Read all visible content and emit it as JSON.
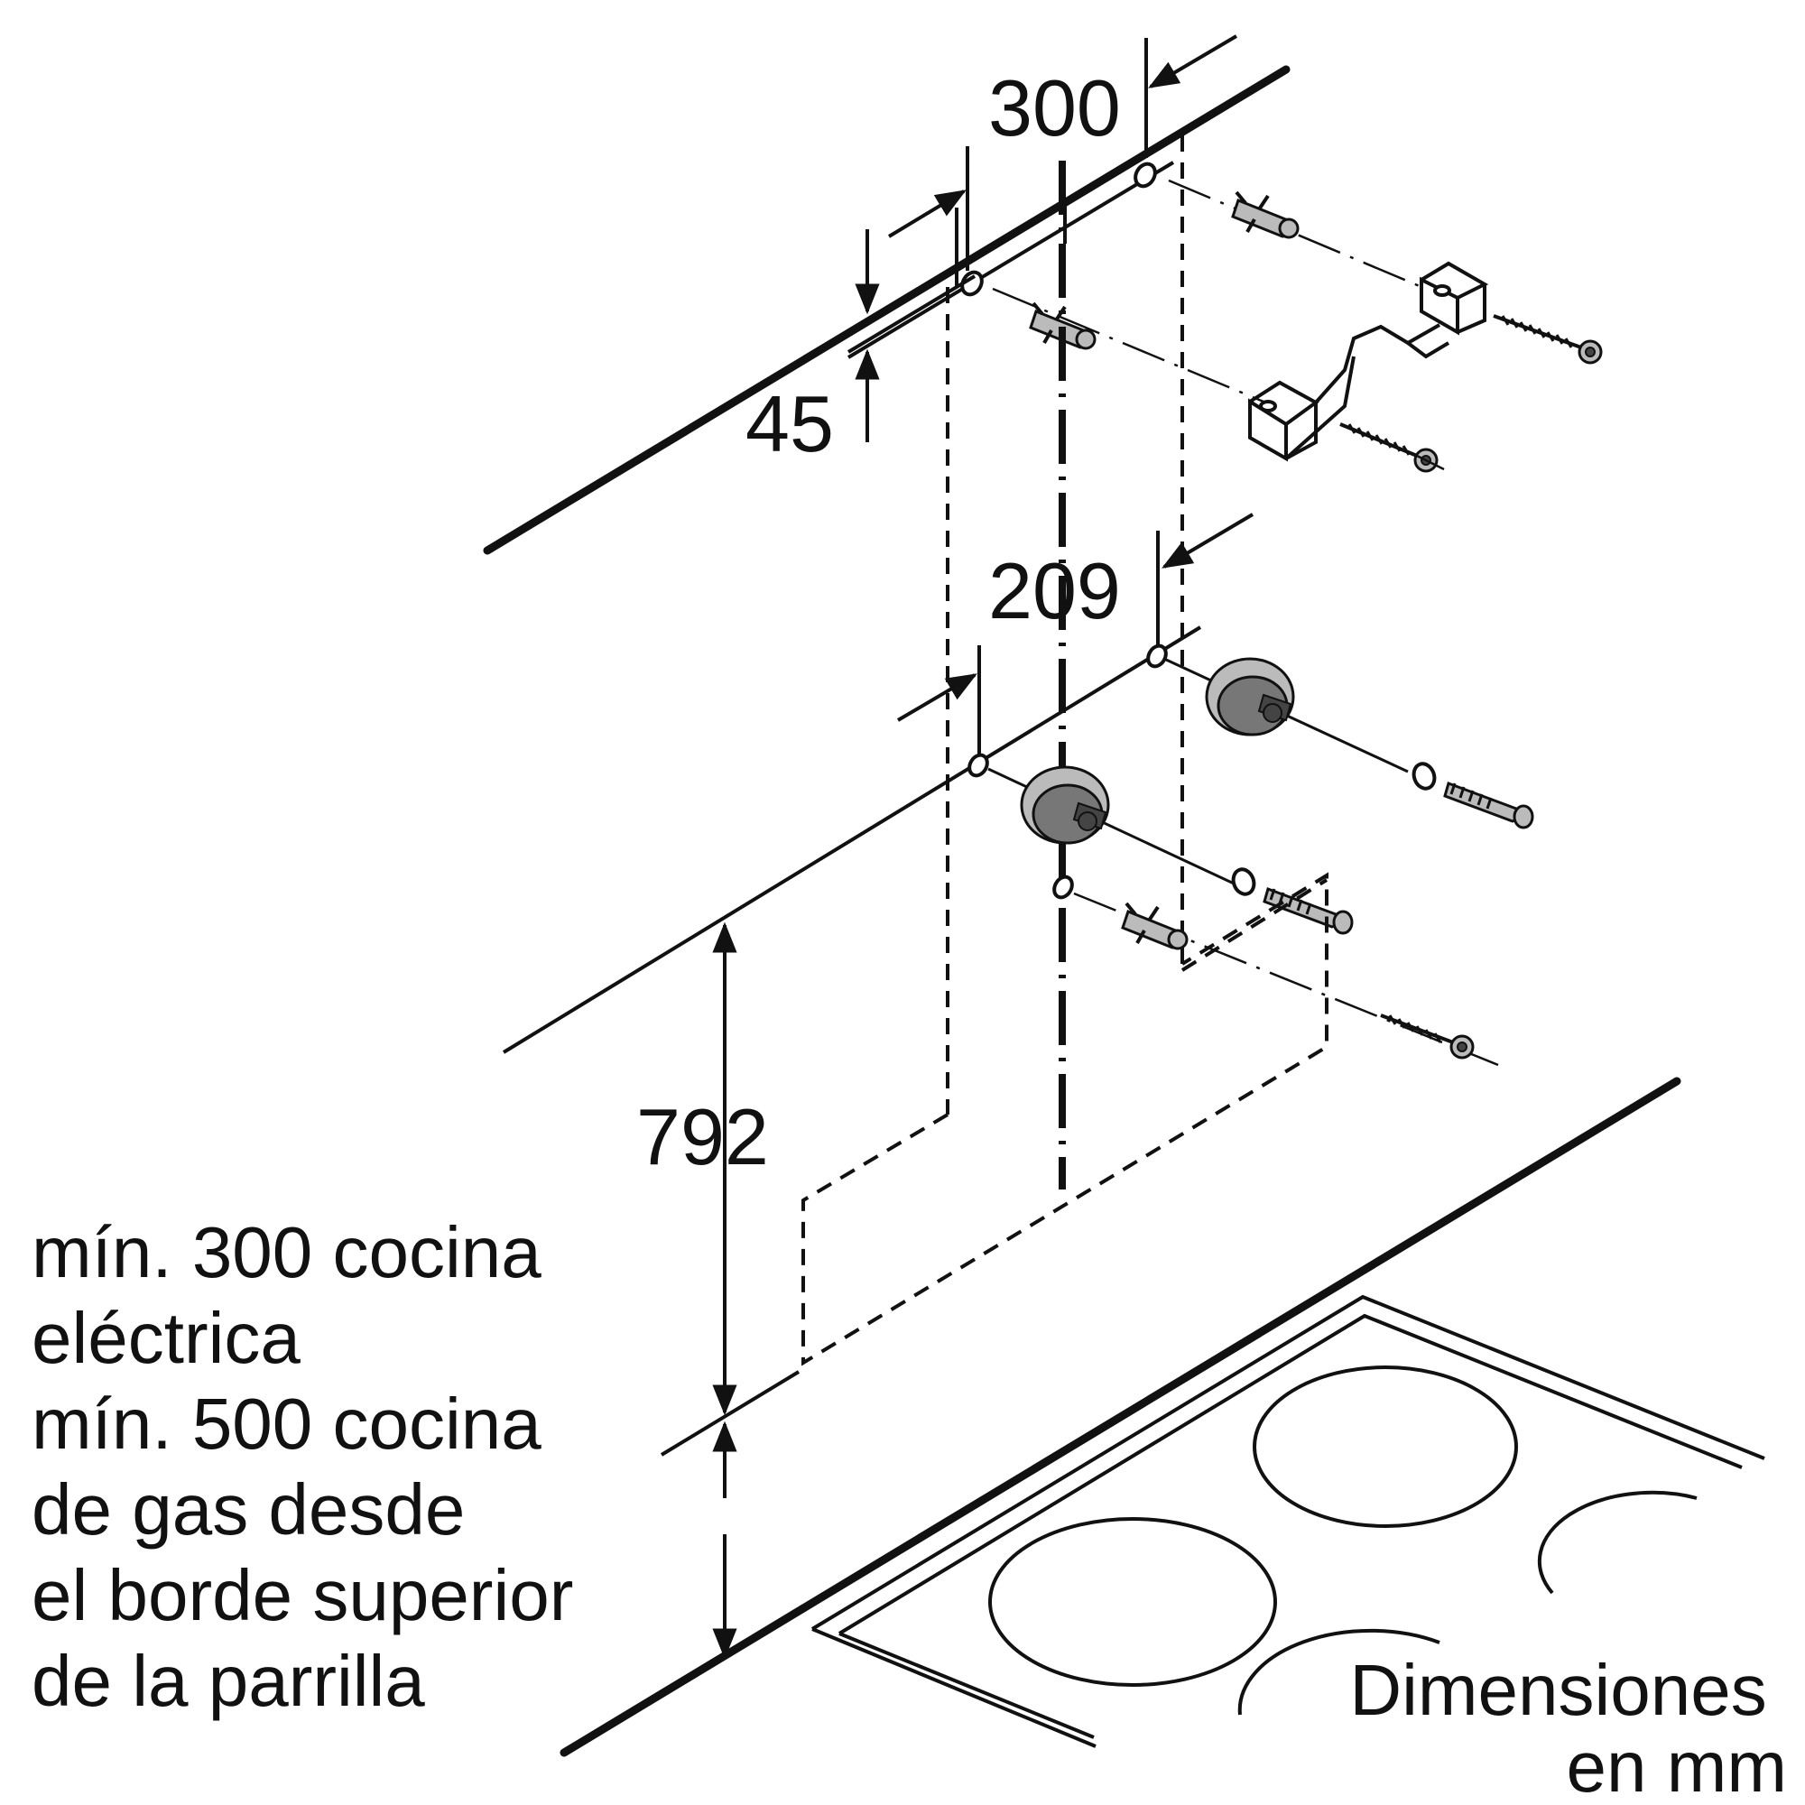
{
  "dimensions": {
    "top_spacing": "300",
    "edge_offset": "45",
    "lower_spacing": "209",
    "height_to_hob": "792"
  },
  "note": {
    "line1": "mín. 300 cocina",
    "line2": "eléctrica",
    "line3": "mín. 500 cocina",
    "line4": "de gas desde",
    "line5": "el borde superior",
    "line6": "de la parrilla"
  },
  "units": {
    "line1": "Dimensiones",
    "line2": "en mm"
  }
}
